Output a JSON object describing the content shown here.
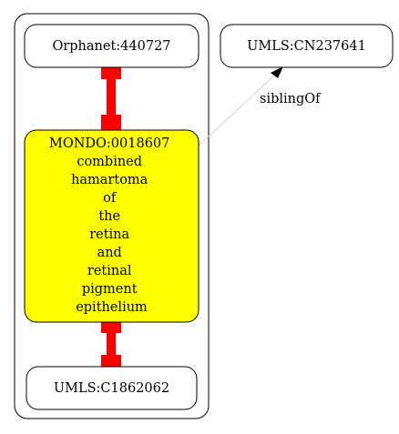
{
  "nodes": {
    "orphanet": {
      "label": "Orphanet:440727"
    },
    "mondo": {
      "label_lines": [
        "MONDO:0018607",
        "combined",
        "hamartoma",
        "of",
        "the",
        "retina",
        "and",
        "retinal",
        "pigment",
        "epithelium"
      ],
      "fill": "#ffff00"
    },
    "umls_c": {
      "label": "UMLS:C1862062"
    },
    "umls_cn": {
      "label": "UMLS:CN237641"
    }
  },
  "edges": {
    "sibling": {
      "label": "siblingOf"
    }
  },
  "colors": {
    "equivalence_edge": "#ff0000",
    "sibling_edge": "#d3d3d3",
    "stroke": "#000000"
  }
}
